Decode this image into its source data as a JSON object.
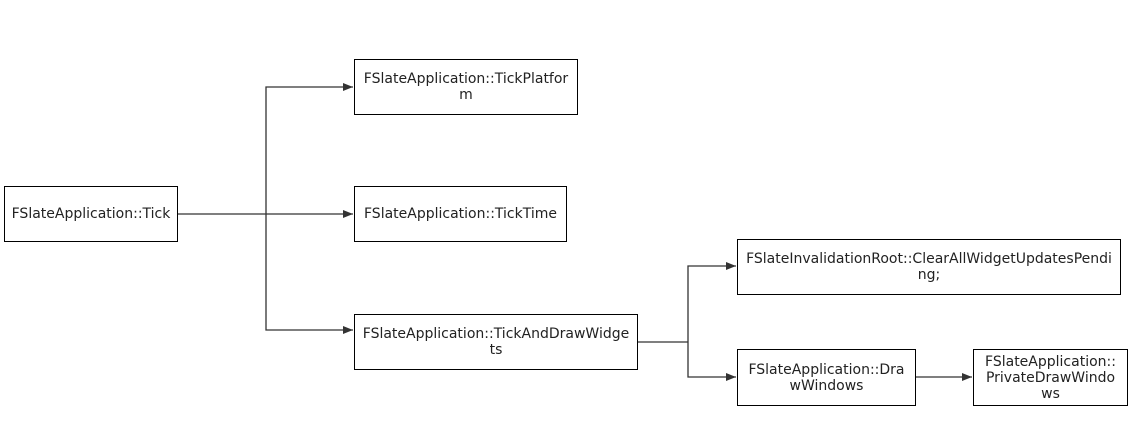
{
  "diagram": {
    "colors": {
      "line": "#333333",
      "box_border": "#000000",
      "text": "#222222",
      "background": "#ffffff"
    },
    "nodes": {
      "tick": {
        "label": "FSlateApplication::Tick"
      },
      "tick_platform": {
        "label": "FSlateApplication::TickPlatform"
      },
      "tick_time": {
        "label": "FSlateApplication::TickTime"
      },
      "tick_and_draw": {
        "label": "FSlateApplication::TickAndDrawWidgets"
      },
      "clear_updates": {
        "label": "FSlateInvalidationRoot::ClearAllWidgetUpdatesPending;"
      },
      "draw_windows": {
        "label": "FSlateApplication::DrawWindows"
      },
      "private_draw": {
        "label": "FSlateApplication::PrivateDrawWindows"
      }
    },
    "edges": [
      {
        "from": "tick",
        "to": "tick_platform"
      },
      {
        "from": "tick",
        "to": "tick_time"
      },
      {
        "from": "tick",
        "to": "tick_and_draw"
      },
      {
        "from": "tick_and_draw",
        "to": "clear_updates"
      },
      {
        "from": "tick_and_draw",
        "to": "draw_windows"
      },
      {
        "from": "draw_windows",
        "to": "private_draw"
      }
    ]
  }
}
